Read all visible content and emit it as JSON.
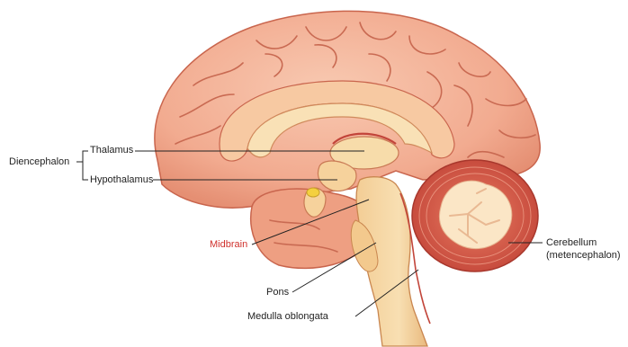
{
  "labels": {
    "diencephalon": "Diencephalon",
    "thalamus": "Thalamus",
    "hypothalamus": "Hypothalamus",
    "midbrain": "Midbrain",
    "pons": "Pons",
    "medulla": "Medulla oblongata",
    "cerebellum_line1": "Cerebellum",
    "cerebellum_line2": "(metencephalon)"
  },
  "colors": {
    "cortex": "#f4b49a",
    "cortex_outline": "#c9654d",
    "sulcus": "#c96a52",
    "inner_structures": "#f7d9a8",
    "cerebellum": "#d9604a",
    "cerebellum_white": "#fbe6c6",
    "brainstem": "#f6d7a3",
    "midbrain_label": "#d0312d"
  }
}
